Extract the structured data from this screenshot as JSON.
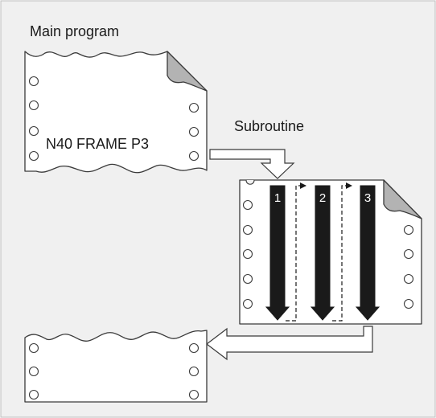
{
  "diagram": {
    "title": "Main program",
    "main_program_line": "N40 FRAME P3",
    "subroutine_label": "Subroutine",
    "passes": [
      "1",
      "2",
      "3"
    ],
    "colors": {
      "background": "#f0f0f0",
      "border": "#bdbdbd",
      "sheet_fill": "#ffffff",
      "sheet_outline": "#3a3a3a",
      "arrow_dark": "#1a1a1a",
      "page_fold": "#b3b3b3"
    }
  }
}
